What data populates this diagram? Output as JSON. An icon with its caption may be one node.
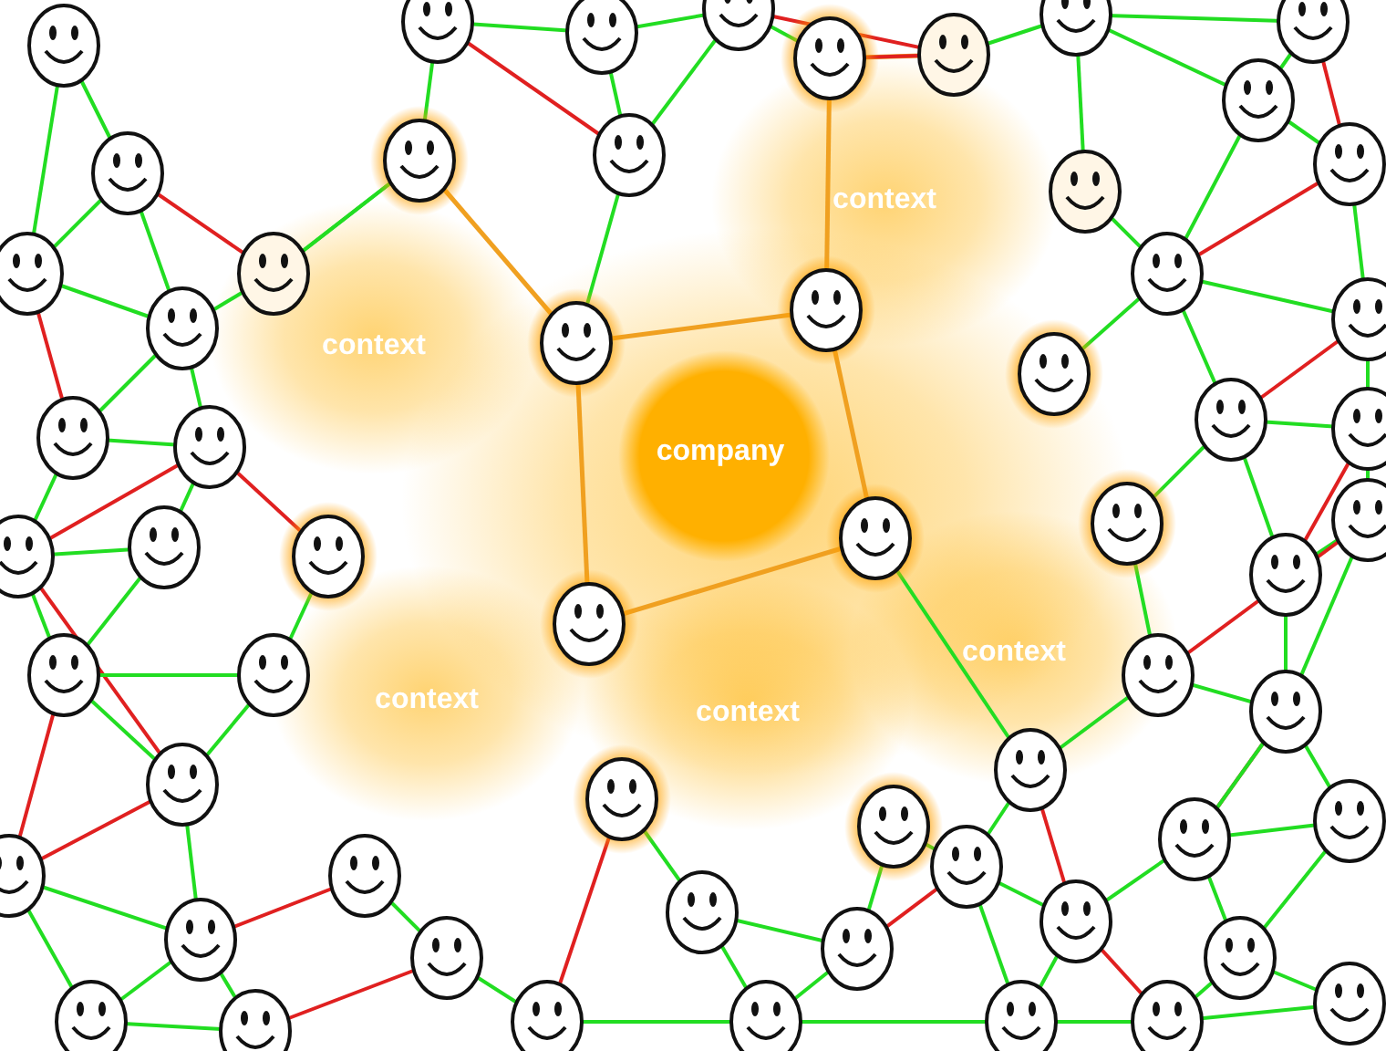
{
  "diagram": {
    "labels": [
      "context",
      "context",
      "company",
      "context",
      "context",
      "context"
    ]
  }
}
